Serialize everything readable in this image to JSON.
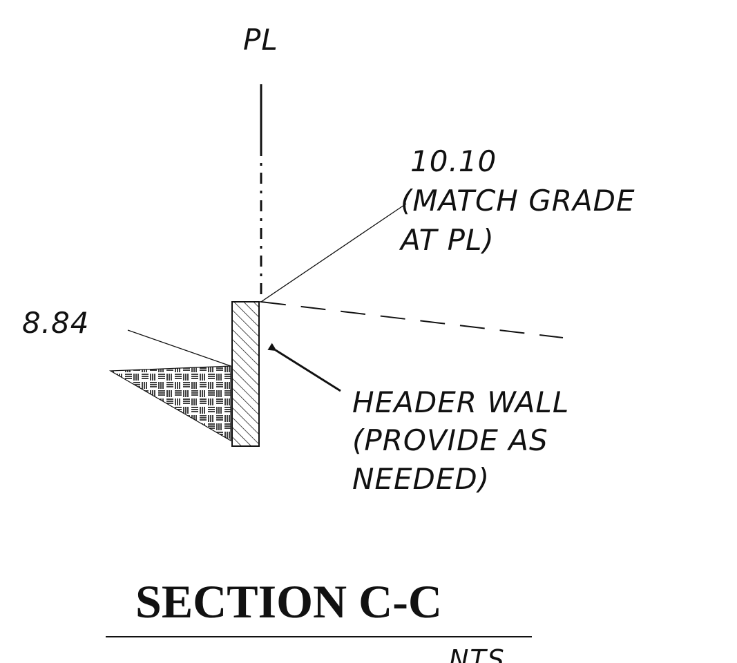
{
  "labels": {
    "property_line": "PL",
    "top_elevation": "10.10",
    "top_note_line1": "(MATCH GRADE",
    "top_note_line2": "AT PL)",
    "bottom_elevation": "8.84",
    "wall_note_line1": "HEADER WALL",
    "wall_note_line2": "(PROVIDE AS",
    "wall_note_line3": "NEEDED)",
    "section_title": "SECTION C-C",
    "scale_note": "NTS"
  }
}
